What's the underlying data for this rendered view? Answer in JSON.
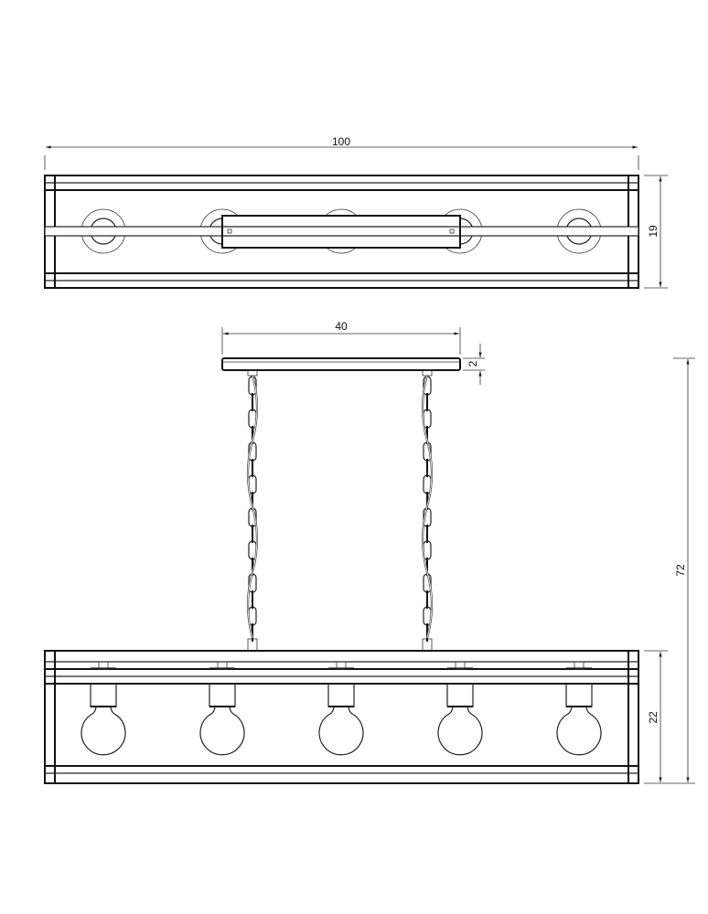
{
  "dimensions": {
    "overall_length": "100",
    "top_width": "19",
    "canopy_length": "40",
    "canopy_height": "2",
    "total_height": "72",
    "frame_height": "22"
  },
  "lamp_count": 5,
  "line_color": "#222222",
  "background": "#ffffff"
}
